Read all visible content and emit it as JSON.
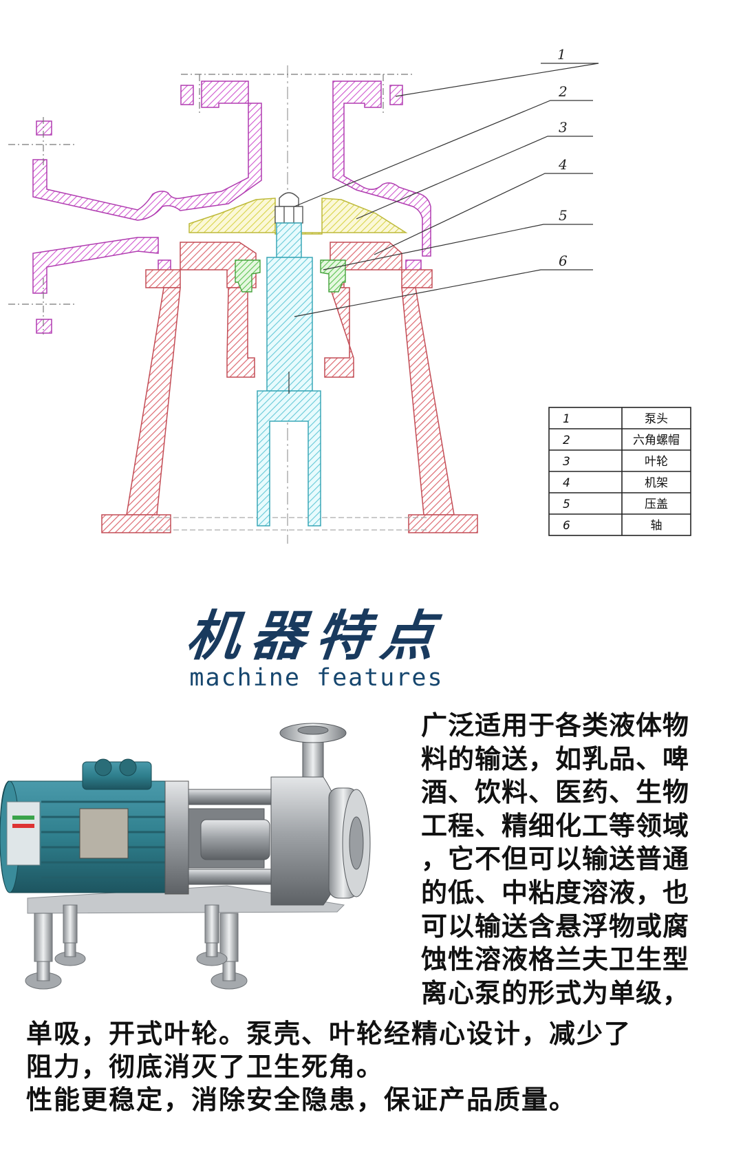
{
  "diagram": {
    "callouts": [
      "1",
      "2",
      "3",
      "4",
      "5",
      "6"
    ],
    "parts_table": [
      {
        "num": "1",
        "name": "泵头"
      },
      {
        "num": "2",
        "name": "六角螺帽"
      },
      {
        "num": "3",
        "name": "叶轮"
      },
      {
        "num": "4",
        "name": "机架"
      },
      {
        "num": "5",
        "name": "压盖"
      },
      {
        "num": "6",
        "name": "轴"
      }
    ],
    "colors": {
      "pump_head": "#cf55cf",
      "impeller": "#e4e36a",
      "frame": "#dd6a72",
      "gland": "#62c85a",
      "shaft": "#66c9d8"
    }
  },
  "section": {
    "title_cn": "机器特点",
    "title_en": "machine features"
  },
  "description": {
    "side_lines": "广泛适用于各类液体物\n料的输送，如乳品、啤\n酒、饮料、医药、生物\n工程、精细化工等领域\n，它不但可以输送普通\n的低、中粘度溶液，也\n可以输送含悬浮物或腐\n蚀性溶液格兰夫卫生型\n离心泵的形式为单级，",
    "full_lines": "单吸，开式叶轮。泵壳、叶轮经精心设计，减少了\n阻力，彻底消灭了卫生死角。\n性能更稳定，消除安全隐患，保证产品质量。"
  },
  "photo": {
    "motor_color": "#2f7f8d",
    "steel_color": "#b9bcc0"
  }
}
